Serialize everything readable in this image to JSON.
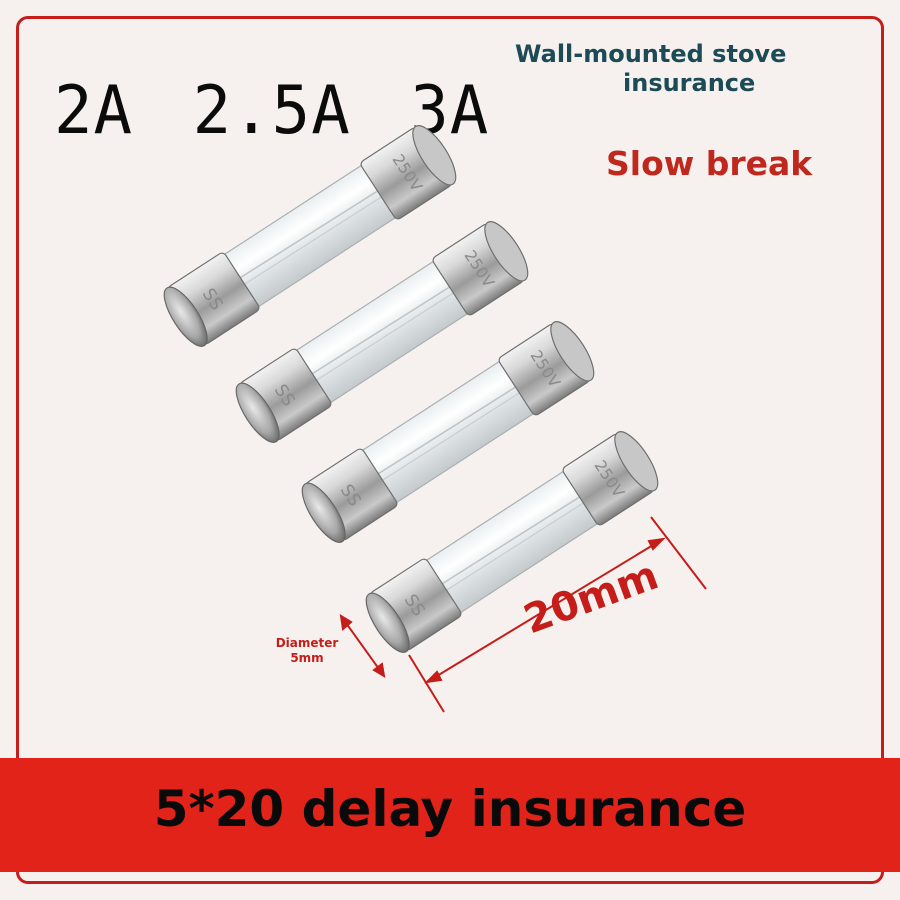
{
  "ratings": [
    "2A",
    "2.5A",
    "3A"
  ],
  "product_line": "Wall-mounted stove",
  "product_line_2": "insurance",
  "feature": "Slow break",
  "diameter_label": "Diameter",
  "diameter_value": "5mm",
  "length_label": "20mm",
  "banner": "5*20 delay insurance",
  "fuse_marking_left": "SS",
  "fuse_marking_right": "250V",
  "colors": {
    "accent_red": "#e2231a",
    "frame_red": "#c41d1a",
    "title_teal": "#1c4a55",
    "slow_red": "#c0271d"
  }
}
